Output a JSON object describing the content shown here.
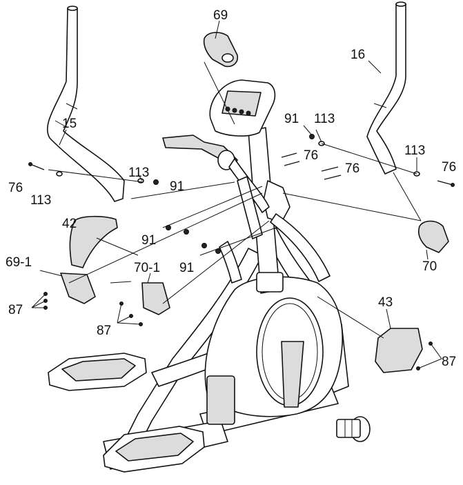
{
  "diagram": {
    "callouts": {
      "c69": "69",
      "c15": "15",
      "c16": "16",
      "c91a": "91",
      "c113a": "113",
      "c113b": "113",
      "c76a": "76",
      "c76b": "76",
      "c76c": "76",
      "c76d": "76",
      "c113c": "113",
      "c113d": "113",
      "c91b": "91",
      "c42": "42",
      "c91c": "91",
      "c91d": "91",
      "c70": "70",
      "c69_1": "69-1",
      "c70_1": "70-1",
      "c87a": "87",
      "c87b": "87",
      "c43": "43",
      "c87c": "87"
    }
  }
}
